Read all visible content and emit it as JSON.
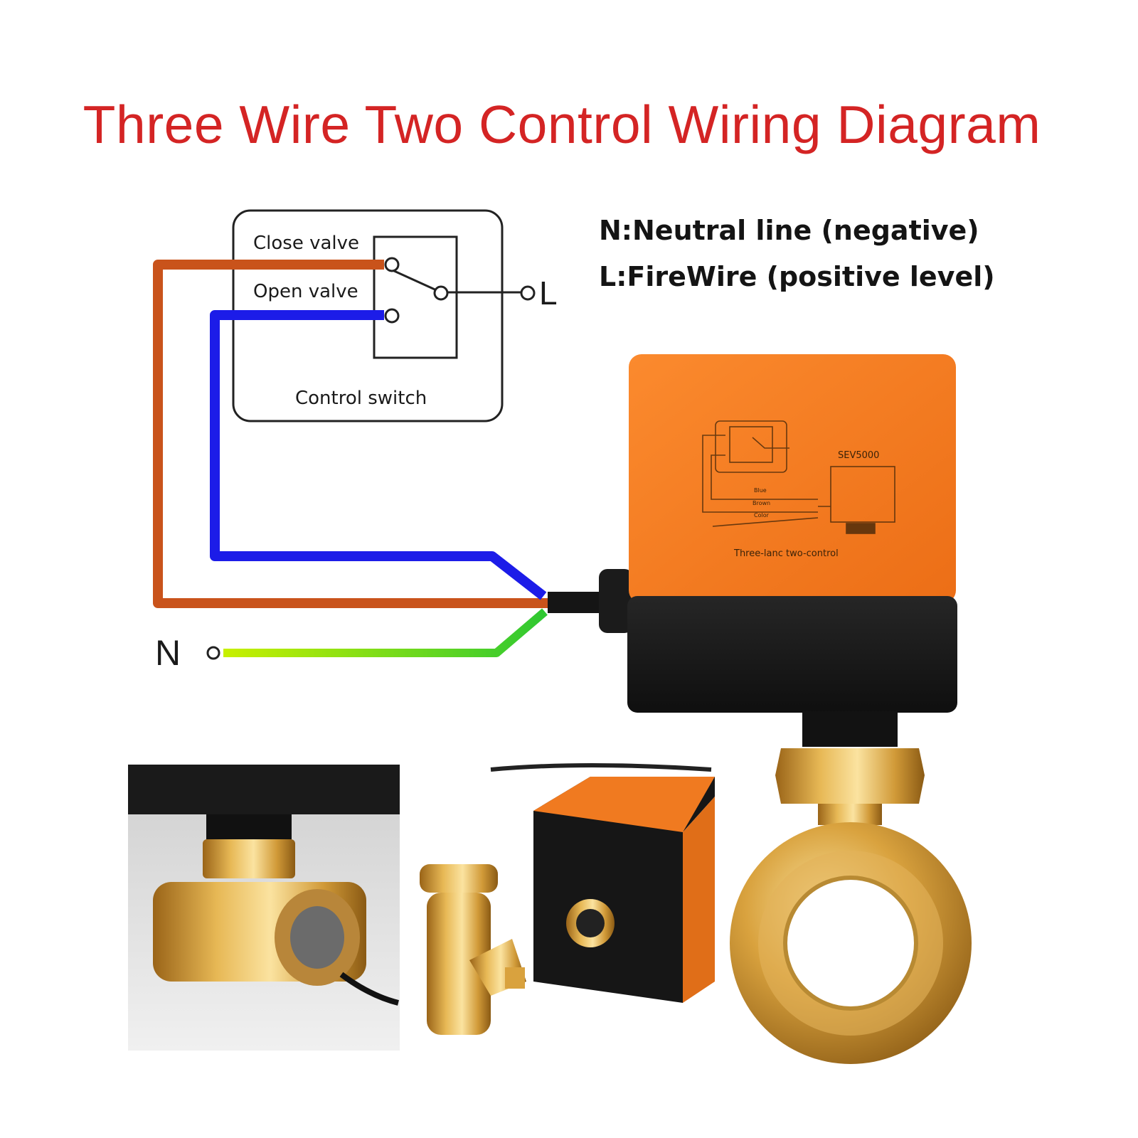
{
  "title": "Three Wire Two Control Wiring Diagram",
  "legend": {
    "n_line": "N:Neutral line (negative)",
    "l_line": "L:FireWire (positive level)"
  },
  "switch_box": {
    "close_label": "Close valve",
    "open_label": "Open valve",
    "caption": "Control switch",
    "terminal_l": "L"
  },
  "neutral_terminal": "N",
  "wires": {
    "close": {
      "color": "#c9531b"
    },
    "open": {
      "color": "#1c1ce8"
    },
    "neutral": {
      "color_start": "#c8f000",
      "color_end": "#2fc832"
    }
  },
  "actuator": {
    "model_label": "SEV5000",
    "caption": "Three-lanc two-control",
    "mini_labels": [
      "Blue",
      "Brown",
      "Color"
    ],
    "body_color": "#f57b22",
    "base_color": "#1a1a1a"
  },
  "photos": [
    {
      "name": "photo-valve-closeup"
    },
    {
      "name": "photo-valve-and-actuator"
    }
  ]
}
